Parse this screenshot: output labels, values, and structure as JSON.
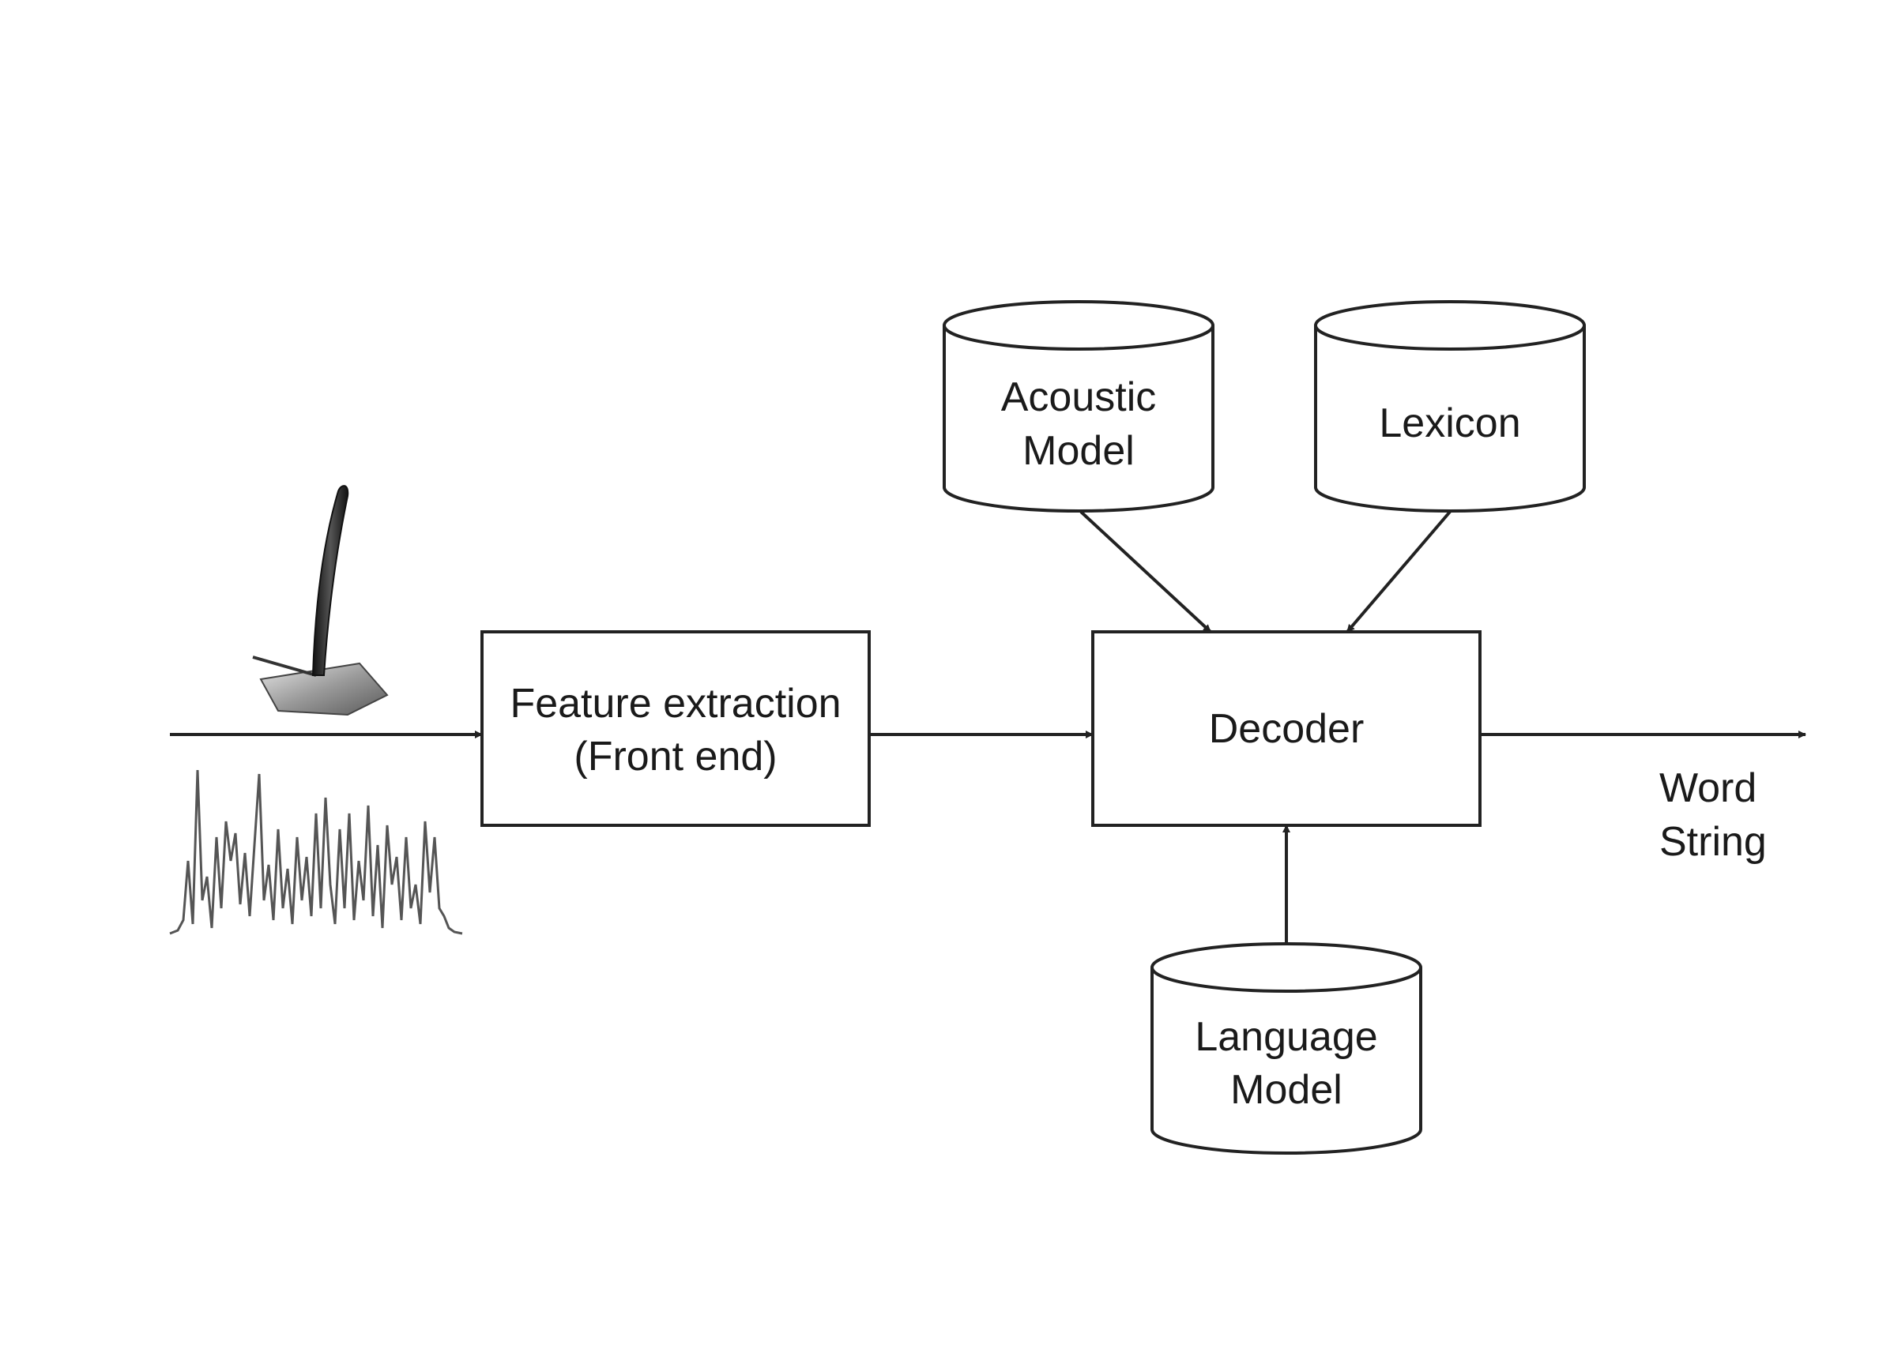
{
  "nodes": {
    "feature_extraction": {
      "line1": "Feature extraction",
      "line2": "(Front end)"
    },
    "decoder": {
      "label": "Decoder"
    },
    "acoustic_model": {
      "line1": "Acoustic",
      "line2": "Model"
    },
    "lexicon": {
      "label": "Lexicon"
    },
    "language_model": {
      "line1": "Language",
      "line2": "Model"
    }
  },
  "output": {
    "line1": "Word",
    "line2": "String"
  },
  "icons": {
    "input": "microphone-icon",
    "signal": "speech-waveform-icon"
  },
  "edges": [
    {
      "from": "microphone",
      "to": "feature_extraction"
    },
    {
      "from": "feature_extraction",
      "to": "decoder"
    },
    {
      "from": "acoustic_model",
      "to": "decoder"
    },
    {
      "from": "lexicon",
      "to": "decoder"
    },
    {
      "from": "language_model",
      "to": "decoder"
    },
    {
      "from": "decoder",
      "to": "word_string"
    }
  ]
}
